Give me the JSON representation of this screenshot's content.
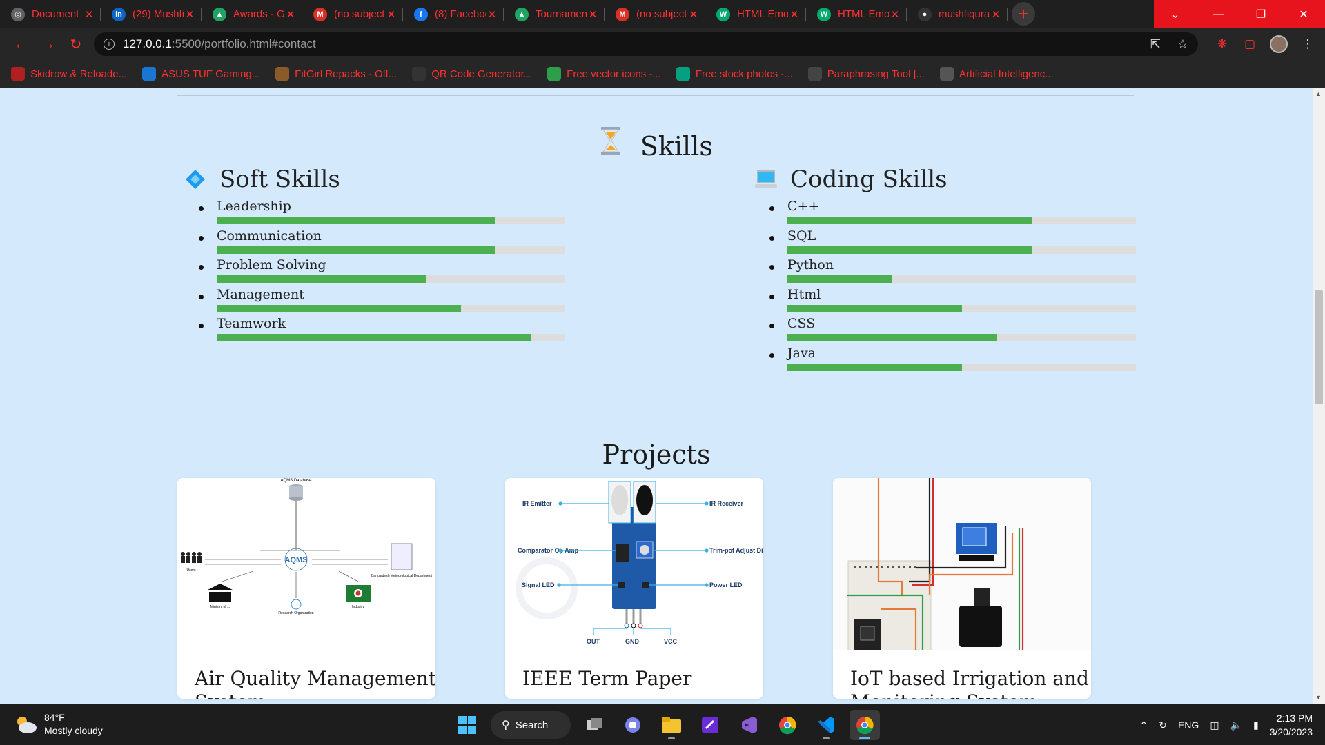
{
  "browser": {
    "tabs": [
      {
        "label": "Document",
        "icon": "globe-icon",
        "color": "#5f6368"
      },
      {
        "label": "(29) Mushfi",
        "icon": "linkedin-icon",
        "color": "#0a66c2"
      },
      {
        "label": "Awards - G",
        "icon": "google-drive-icon",
        "color": "#1fa463"
      },
      {
        "label": "(no subject",
        "icon": "gmail-icon",
        "color": "#d93025"
      },
      {
        "label": "(8) Faceboo",
        "icon": "facebook-icon",
        "color": "#1877f2"
      },
      {
        "label": "Tournamen",
        "icon": "google-drive-icon",
        "color": "#1fa463"
      },
      {
        "label": "(no subject",
        "icon": "gmail-icon",
        "color": "#d93025"
      },
      {
        "label": "HTML Emo",
        "icon": "w3-icon",
        "color": "#04aa6d"
      },
      {
        "label": "HTML Emo",
        "icon": "w3-icon",
        "color": "#04aa6d"
      },
      {
        "label": "mushfiqura",
        "icon": "github-icon",
        "color": "#333333"
      }
    ],
    "url_host": "127.0.0.1",
    "url_path": ":5500/portfolio.html#contact",
    "bookmarks": [
      {
        "label": "Skidrow & Reloade...",
        "icon": "skull-icon"
      },
      {
        "label": "ASUS TUF Gaming...",
        "icon": "asus-icon"
      },
      {
        "label": "FitGirl Repacks - Off...",
        "icon": "fitgirl-icon"
      },
      {
        "label": "QR Code Generator...",
        "icon": "qr-icon"
      },
      {
        "label": "Free vector icons -...",
        "icon": "vector-icon"
      },
      {
        "label": "Free stock photos -...",
        "icon": "pexels-icon"
      },
      {
        "label": "Paraphrasing Tool |...",
        "icon": "quill-icon"
      },
      {
        "label": "Artificial Intelligenc...",
        "icon": "globe-icon"
      }
    ]
  },
  "skills": {
    "title": "Skills",
    "title_icon": "hourglass-icon",
    "soft": {
      "heading": "Soft Skills",
      "icon": "diamond-icon",
      "items": [
        {
          "name": "Leadership",
          "level": 0.8
        },
        {
          "name": "Communication",
          "level": 0.8
        },
        {
          "name": "Problem Solving",
          "level": 0.6
        },
        {
          "name": "Management",
          "level": 0.7
        },
        {
          "name": "Teamwork",
          "level": 0.9
        }
      ]
    },
    "coding": {
      "heading": "Coding Skills",
      "icon": "laptop-icon",
      "items": [
        {
          "name": "C++",
          "level": 0.7
        },
        {
          "name": "SQL",
          "level": 0.7
        },
        {
          "name": "Python",
          "level": 0.3
        },
        {
          "name": "Html",
          "level": 0.5
        },
        {
          "name": "CSS",
          "level": 0.6
        },
        {
          "name": "Java",
          "level": 0.5
        }
      ]
    }
  },
  "projects": {
    "title": "Projects",
    "cards": [
      {
        "title": "Air Quality Management",
        "title_cut": "System"
      },
      {
        "title": "IEEE Term Paper",
        "title_cut": ""
      },
      {
        "title": "IoT based Irrigation and",
        "title_cut": "Monitoring System"
      }
    ],
    "diagram1": {
      "top_label": "AQMS Database",
      "center_label": "AQMS",
      "left_label": "Users",
      "right_label": "Bangladesh Meteorological Department",
      "bottom_left": "Ministry of ...",
      "bottom_center": "Research Organization",
      "bottom_right": "Industry"
    },
    "diagram2": {
      "labels_left": [
        "IR Emitter",
        "Comparator Op Amp",
        "Signal LED"
      ],
      "labels_right": [
        "IR Receiver",
        "Trim-pot Adjust Distance",
        "Power LED"
      ],
      "labels_bottom": [
        "OUT",
        "GND",
        "VCC"
      ]
    }
  },
  "taskbar": {
    "temperature": "84°F",
    "weather": "Mostly cloudy",
    "search": "Search",
    "language": "ENG",
    "time": "2:13 PM",
    "date": "3/20/2023"
  }
}
